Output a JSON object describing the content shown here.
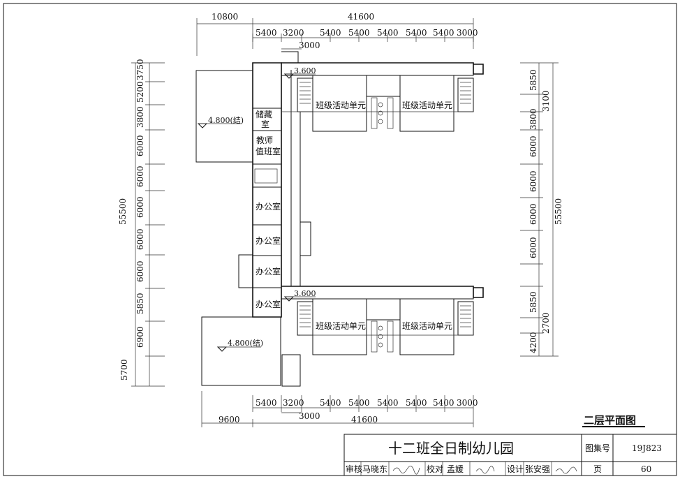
{
  "dims_top": {
    "overall_left": "10800",
    "overall_main": "41600",
    "spans": [
      "5400",
      "3200",
      "5400",
      "5400",
      "5400",
      "5400",
      "5400",
      "3000"
    ],
    "small": "3000"
  },
  "dims_bottom": {
    "overall_left": "9600",
    "overall_main": "41600",
    "spans": [
      "5400",
      "3200",
      "5400",
      "5400",
      "5400",
      "5400",
      "5400",
      "3000"
    ],
    "small": "3000"
  },
  "dims_left": {
    "overall": "55500",
    "spans": [
      "3750",
      "5200",
      "3800",
      "6000",
      "6000",
      "6000",
      "6000",
      "6000",
      "5850",
      "6900",
      "5700"
    ]
  },
  "dims_right": {
    "overall": "55500",
    "spans": [
      "5850",
      "3100",
      "3800",
      "6000",
      "6000",
      "6000",
      "6000",
      "5850",
      "2700",
      "4200"
    ]
  },
  "rooms": {
    "class_unit": "班级活动单元",
    "storage_1": "储藏",
    "storage_2": "室",
    "teacher_1": "教师",
    "teacher_2": "值班室",
    "office": "办公室"
  },
  "levels": {
    "roof_1": "4.800(结)",
    "roof_2": "4.800(结)",
    "floor_1": "3.600",
    "floor_2": "3.600"
  },
  "drawing_title": "二层平面图",
  "title_block": {
    "project": "十二班全日制幼儿园",
    "atlas_label": "图集号",
    "atlas_no": "19J823",
    "review_label": "审核",
    "review_name": "马晓东",
    "check_label": "校对",
    "check_name": "孟媛",
    "design_label": "设计",
    "design_name": "张安强",
    "page_label": "页",
    "page_no": "60"
  }
}
